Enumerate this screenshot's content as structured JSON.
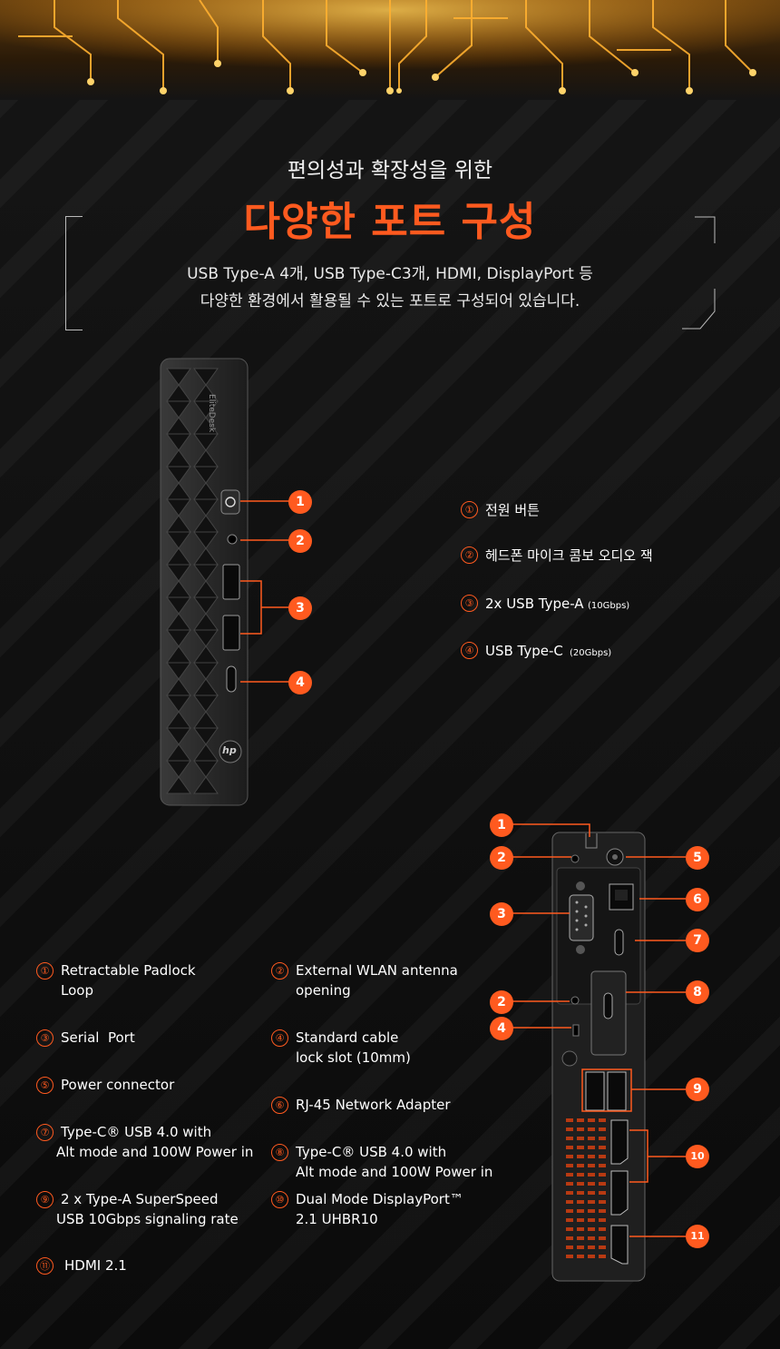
{
  "header": {
    "subtitle": "편의성과 확장성을 위한",
    "title": "다양한 포트 구성",
    "desc_line1": "USB Type-A 4개, USB Type-C3개, HDMI, DisplayPort 등",
    "desc_line2": "다양한 환경에서 활용될 수 있는 포트로 구성되어 있습니다."
  },
  "front": {
    "brand_text": "EliteDesk",
    "logo_text": "hp",
    "markers": [
      "1",
      "2",
      "3",
      "4"
    ],
    "legend": [
      {
        "num": "①",
        "label": "전원 버튼",
        "note": ""
      },
      {
        "num": "②",
        "label": "헤드폰 마이크 콤보 오디오 잭",
        "note": ""
      },
      {
        "num": "③",
        "label": "2x USB Type-A",
        "note": "(10Gbps)"
      },
      {
        "num": "④",
        "label": "USB Type-C",
        "note": "(20Gbps)"
      }
    ]
  },
  "rear": {
    "markers": [
      "1",
      "2",
      "3",
      "2",
      "4",
      "5",
      "6",
      "7",
      "8",
      "9",
      "10",
      "11"
    ],
    "legend": {
      "item1": {
        "num": "①",
        "line1": "Retractable Padlock",
        "line2": "Loop"
      },
      "item2": {
        "num": "②",
        "line1": "External WLAN antenna",
        "line2": "opening"
      },
      "item3": {
        "num": "③",
        "line1": "Serial  Port"
      },
      "item4": {
        "num": "④",
        "line1": "Standard cable",
        "line2": "lock slot (10mm)"
      },
      "item5": {
        "num": "⑤",
        "line1": "Power connector"
      },
      "item6": {
        "num": "⑥",
        "line1": "RJ-45 Network Adapter"
      },
      "item7": {
        "num": "⑦",
        "line1": "Type-C® USB 4.0 with",
        "line2": "Alt mode and 100W Power in"
      },
      "item8": {
        "num": "⑧",
        "line1": "Type-C® USB 4.0 with",
        "line2": "Alt mode and 100W Power in"
      },
      "item9": {
        "num": "⑨",
        "line1": "2 x Type-A SuperSpeed",
        "line2": "USB 10Gbps signaling rate"
      },
      "item10": {
        "num": "⑩",
        "line1": "Dual Mode DisplayPort™",
        "line2": "2.1 UHBR10"
      },
      "item11": {
        "num": "⑪",
        "line1": "HDMI 2.1"
      }
    }
  },
  "colors": {
    "accent": "#ff5a1f",
    "background": "#0d0d0d"
  }
}
